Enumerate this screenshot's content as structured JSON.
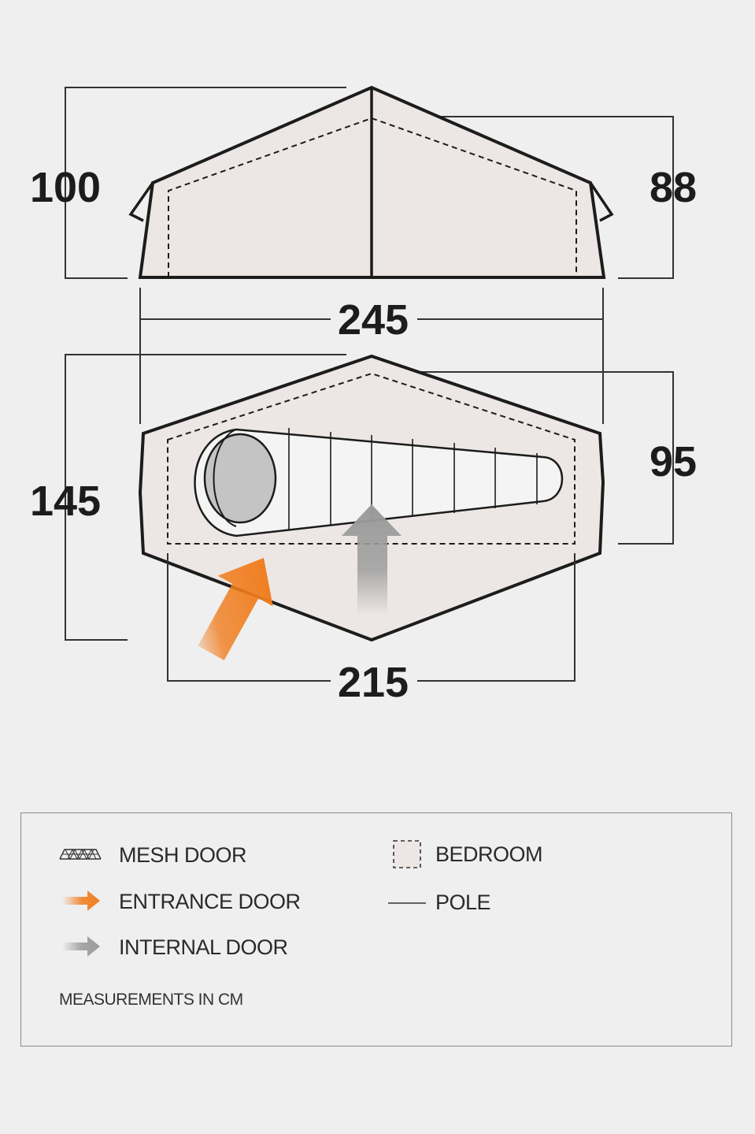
{
  "dimensions": {
    "side_height_left": "100",
    "side_height_right": "88",
    "side_length": "245",
    "floor_width": "145",
    "bedroom_width": "95",
    "bedroom_length": "215"
  },
  "legend": {
    "mesh_door": "MESH DOOR",
    "entrance_door": "ENTRANCE DOOR",
    "internal_door": "INTERNAL DOOR",
    "bedroom": "BEDROOM",
    "pole": "POLE",
    "note": "MEASUREMENTS IN CM"
  },
  "colors": {
    "entrance_arrow": "#f07d1e",
    "internal_arrow": "#9a9a9a",
    "outline": "#1c1c1c",
    "fill": "#ece6e4"
  }
}
